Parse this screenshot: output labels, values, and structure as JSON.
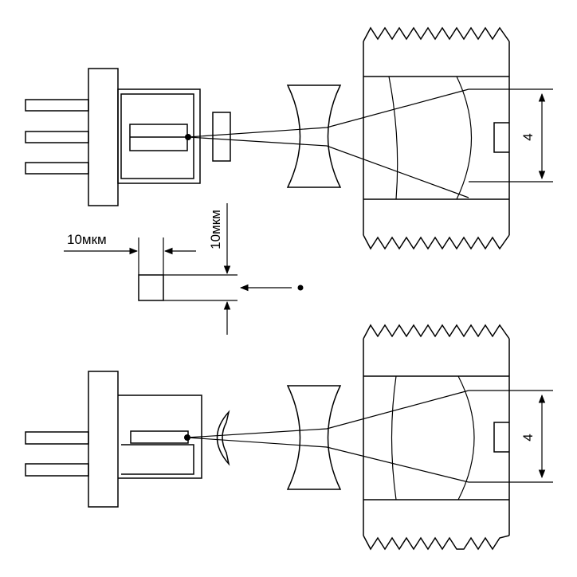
{
  "labels": {
    "top_dimension": "4",
    "bottom_dimension": "4",
    "detail_width": "10мкм",
    "detail_height": "10мкм"
  },
  "colors": {
    "stroke": "#000000",
    "background": "#ffffff"
  }
}
